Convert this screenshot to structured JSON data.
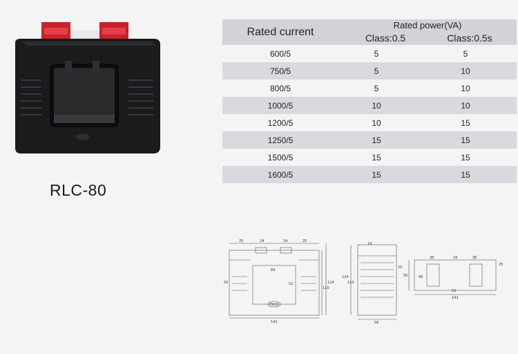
{
  "model": "RLC-80",
  "table": {
    "header_rated_current": "Rated current",
    "header_rated_power": "Rated power(VA)",
    "header_class_a": "Class:0.5",
    "header_class_b": "Class:0.5s",
    "rows": [
      {
        "current": "600/5",
        "class_a": "5",
        "class_b": "5"
      },
      {
        "current": "750/5",
        "class_a": "5",
        "class_b": "10"
      },
      {
        "current": "800/5",
        "class_a": "5",
        "class_b": "10"
      },
      {
        "current": "1000/5",
        "class_a": "10",
        "class_b": "10"
      },
      {
        "current": "1200/5",
        "class_a": "10",
        "class_b": "15"
      },
      {
        "current": "1250/5",
        "class_a": "15",
        "class_b": "15"
      },
      {
        "current": "1500/5",
        "class_a": "15",
        "class_b": "15"
      },
      {
        "current": "1600/5",
        "class_a": "15",
        "class_b": "15"
      }
    ]
  },
  "dimensions": {
    "front": {
      "d25": "25",
      "d24a": "24",
      "d24b": "24",
      "d25b": "25",
      "d84": "84",
      "d50": "50",
      "d52": "52",
      "d124": "124",
      "d110": "110",
      "d142": "142",
      "logo": "FICO"
    },
    "side": {
      "d14": "14",
      "d124": "124",
      "d110": "110",
      "d56": "56",
      "d10": "10"
    },
    "bottom": {
      "d36a": "36",
      "d16": "16",
      "d36b": "36",
      "d25": "25",
      "d50": "50",
      "d40": "40",
      "d52": "52",
      "d142": "142"
    }
  }
}
